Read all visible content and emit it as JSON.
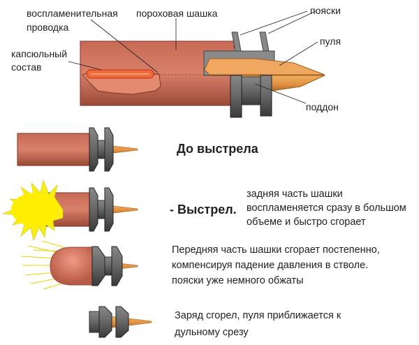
{
  "labels": {
    "igniter_line1": "воспламенительная",
    "igniter_line2": "проводка",
    "powder": "пороховая шашка",
    "primer_line1": "капсюльный",
    "primer_line2": "состав",
    "belts": "пояски",
    "bullet": "пуля",
    "sabot": "поддон"
  },
  "stages": [
    {
      "title": "До выстрела",
      "lines": []
    },
    {
      "title": "- Выстрел.",
      "lines": [
        "задняя часть шашки",
        "воспламеняется сразу в большом",
        "объеме и быстро сгорает"
      ]
    },
    {
      "title": "",
      "lines": [
        "Передняя часть шашки сгорает постепенно,",
        "компенсируя падение давления в стволе.",
        "пояски уже немного обжаты"
      ]
    },
    {
      "title": "",
      "lines": [
        "Заряд сгорел, пуля приближается к",
        "дульному срезу"
      ]
    }
  ],
  "colors": {
    "casing": "#d2705a",
    "bullet": "#e8a050",
    "metal": "#6a6a6a",
    "flash": "#f5ee10"
  }
}
